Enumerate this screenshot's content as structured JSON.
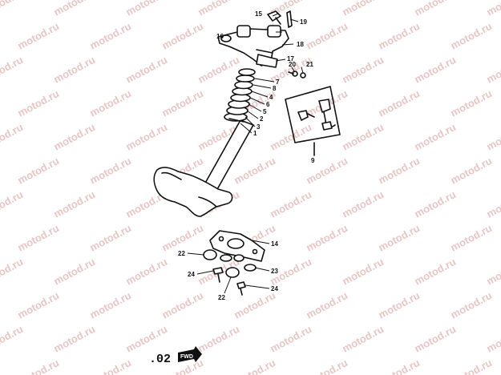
{
  "watermark": "motod.ru",
  "page_code": ".02",
  "fwd_badge": "FWD",
  "callouts": {
    "c1": "1",
    "c2": "2",
    "c3": "3",
    "c4": "4",
    "c5": "5",
    "c6": "6",
    "c7": "7",
    "c8": "8",
    "c9": "9",
    "c14": "14",
    "c15": "15",
    "c16": "16",
    "c17": "17",
    "c18": "18",
    "c19": "19",
    "c20": "20",
    "c21": "21",
    "c22a": "22",
    "c22b": "22",
    "c23": "23",
    "c24a": "24",
    "c24b": "24"
  }
}
